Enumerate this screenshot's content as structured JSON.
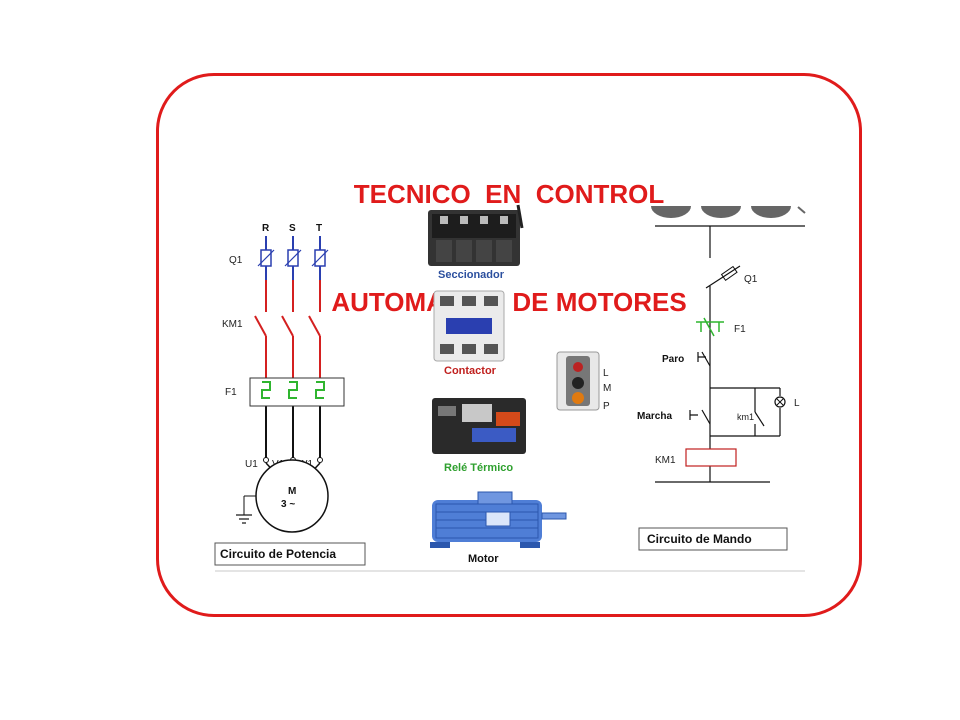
{
  "title": {
    "line1": "TECNICO  EN  CONTROL",
    "line2": "AUTOMATICO DE MOTORES"
  },
  "power_circuit": {
    "phases": [
      "R",
      "S",
      "T"
    ],
    "q1": "Q1",
    "km1": "KM1",
    "f1": "F1",
    "terminals": [
      "U1",
      "V1",
      "W1"
    ],
    "motor_m": "M",
    "motor_type": "3 ~",
    "caption": "Circuito de Potencia"
  },
  "components": {
    "seccionador": "Seccionador",
    "contactor": "Contactor",
    "rele": "Relé Térmico",
    "motor": "Motor",
    "pushbox_labels": [
      "L",
      "M",
      "P"
    ]
  },
  "control_circuit": {
    "q1": "Q1",
    "f1": "F1",
    "paro": "Paro",
    "marcha": "Marcha",
    "km1_contact": "km1",
    "lamp": "L",
    "km1_coil": "KM1",
    "caption": "Circuito de Mando"
  },
  "colors": {
    "accent": "#e01b1b",
    "wire_red": "#d42020",
    "wire_blue": "#2a3fb0",
    "relay_green": "#2fb52f",
    "caption_blue": "#2b4f9e"
  }
}
